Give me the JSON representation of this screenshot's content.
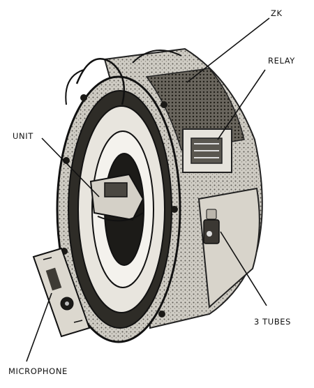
{
  "labels": {
    "zk": "ZK",
    "relay": "RELAY",
    "unit": "UNIT",
    "tubes": "3 TUBES",
    "microphone": "MICROPHONE"
  },
  "colors": {
    "ink": "#111111",
    "background": "#ffffff",
    "metal_light": "#d9d6cf",
    "metal_dark": "#3a3834"
  }
}
